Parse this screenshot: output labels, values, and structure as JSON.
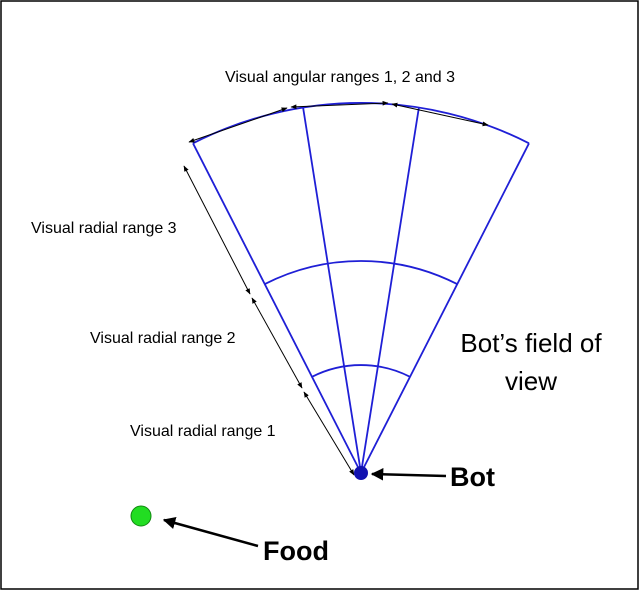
{
  "labels": {
    "angular_ranges": "Visual angular ranges 1, 2 and 3",
    "radial_range_3": "Visual radial range 3",
    "radial_range_2": "Visual radial range 2",
    "radial_range_1": "Visual radial range 1",
    "field_of_view_line1": "Bot’s field of",
    "field_of_view_line2": "view",
    "bot": "Bot",
    "food": "Food"
  },
  "colors": {
    "fov_lines": "#1f1fd6",
    "bot": "#1212b0",
    "food": "#22dd22",
    "annotation": "#000000",
    "border": "#000000"
  },
  "counts": {
    "angular_ranges": 3,
    "radial_ranges": 3
  }
}
